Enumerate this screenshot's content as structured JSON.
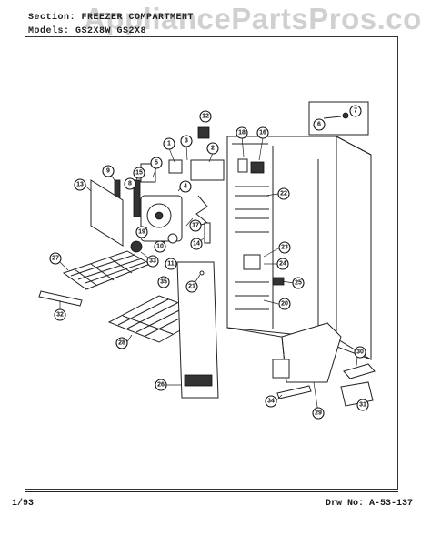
{
  "header": {
    "section_label": "Section:",
    "section_value": "FREEZER COMPARTMENT",
    "model_label": "Models:",
    "model_value": "GS2X8W GS2X8"
  },
  "watermark": "AppliancePartsPros.com",
  "footer": {
    "date": "1/93",
    "drawing_number": "Drw No: A-53-137"
  },
  "callouts": [
    "1",
    "3",
    "2",
    "4",
    "5",
    "6",
    "7",
    "8",
    "9",
    "10",
    "11",
    "12",
    "13",
    "14",
    "15",
    "16",
    "17",
    "18",
    "19",
    "20",
    "21",
    "22",
    "23",
    "24",
    "25",
    "26",
    "27",
    "28",
    "29",
    "30",
    "31",
    "32",
    "33",
    "34",
    "35"
  ]
}
